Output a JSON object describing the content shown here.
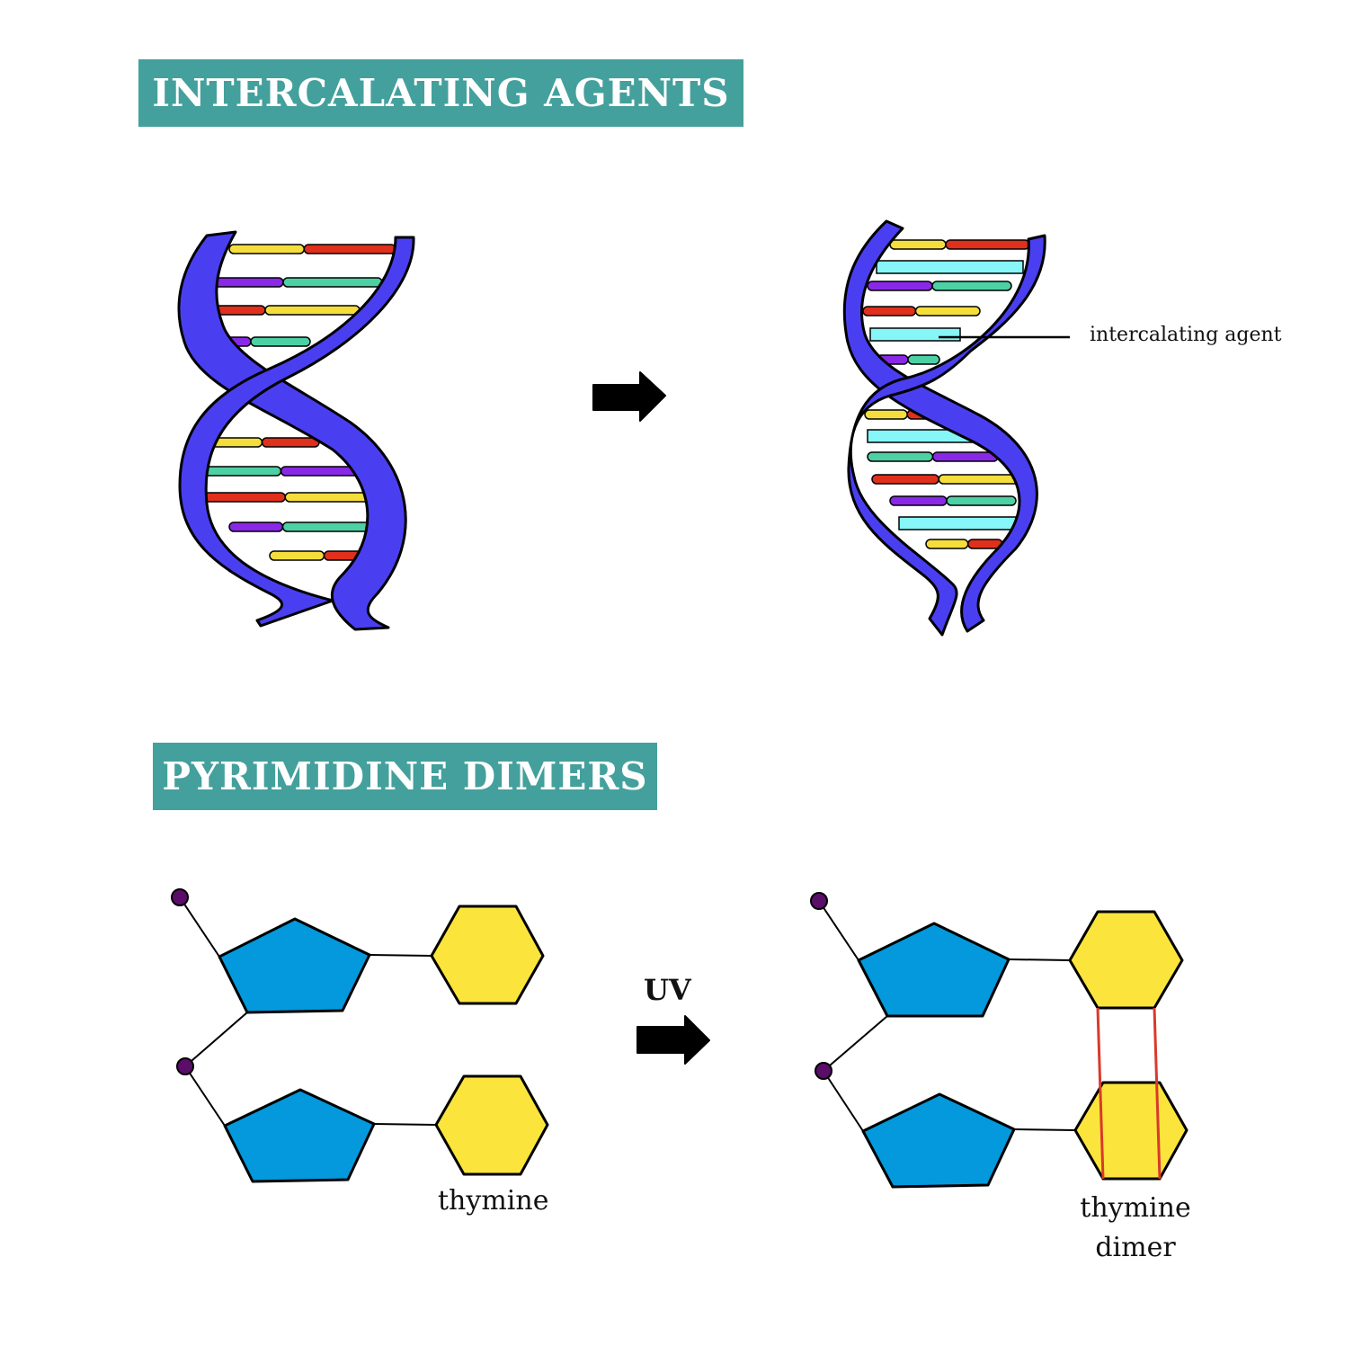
{
  "sections": {
    "intercalating": {
      "title": "INTERCALATING AGENTS",
      "agent_label": "intercalating agent"
    },
    "pyrimidine": {
      "title": "PYRIMIDINE DIMERS",
      "uv_label": "UV",
      "thymine_label": "thymine",
      "dimer_label_line1": "thymine",
      "dimer_label_line2": "dimer"
    }
  },
  "colors": {
    "banner": "#44a09c",
    "backbone": "#4a3ff0",
    "base_yellow": "#f5de3b",
    "base_red": "#e0301c",
    "base_purple": "#8a28e8",
    "base_teal": "#4cd0a4",
    "intercalator": "#86f6f8",
    "sugar": "#0399dc",
    "thymine": "#fbe53c",
    "phosphate": "#5b0d6a",
    "dimer_bond": "#d93a2a"
  }
}
